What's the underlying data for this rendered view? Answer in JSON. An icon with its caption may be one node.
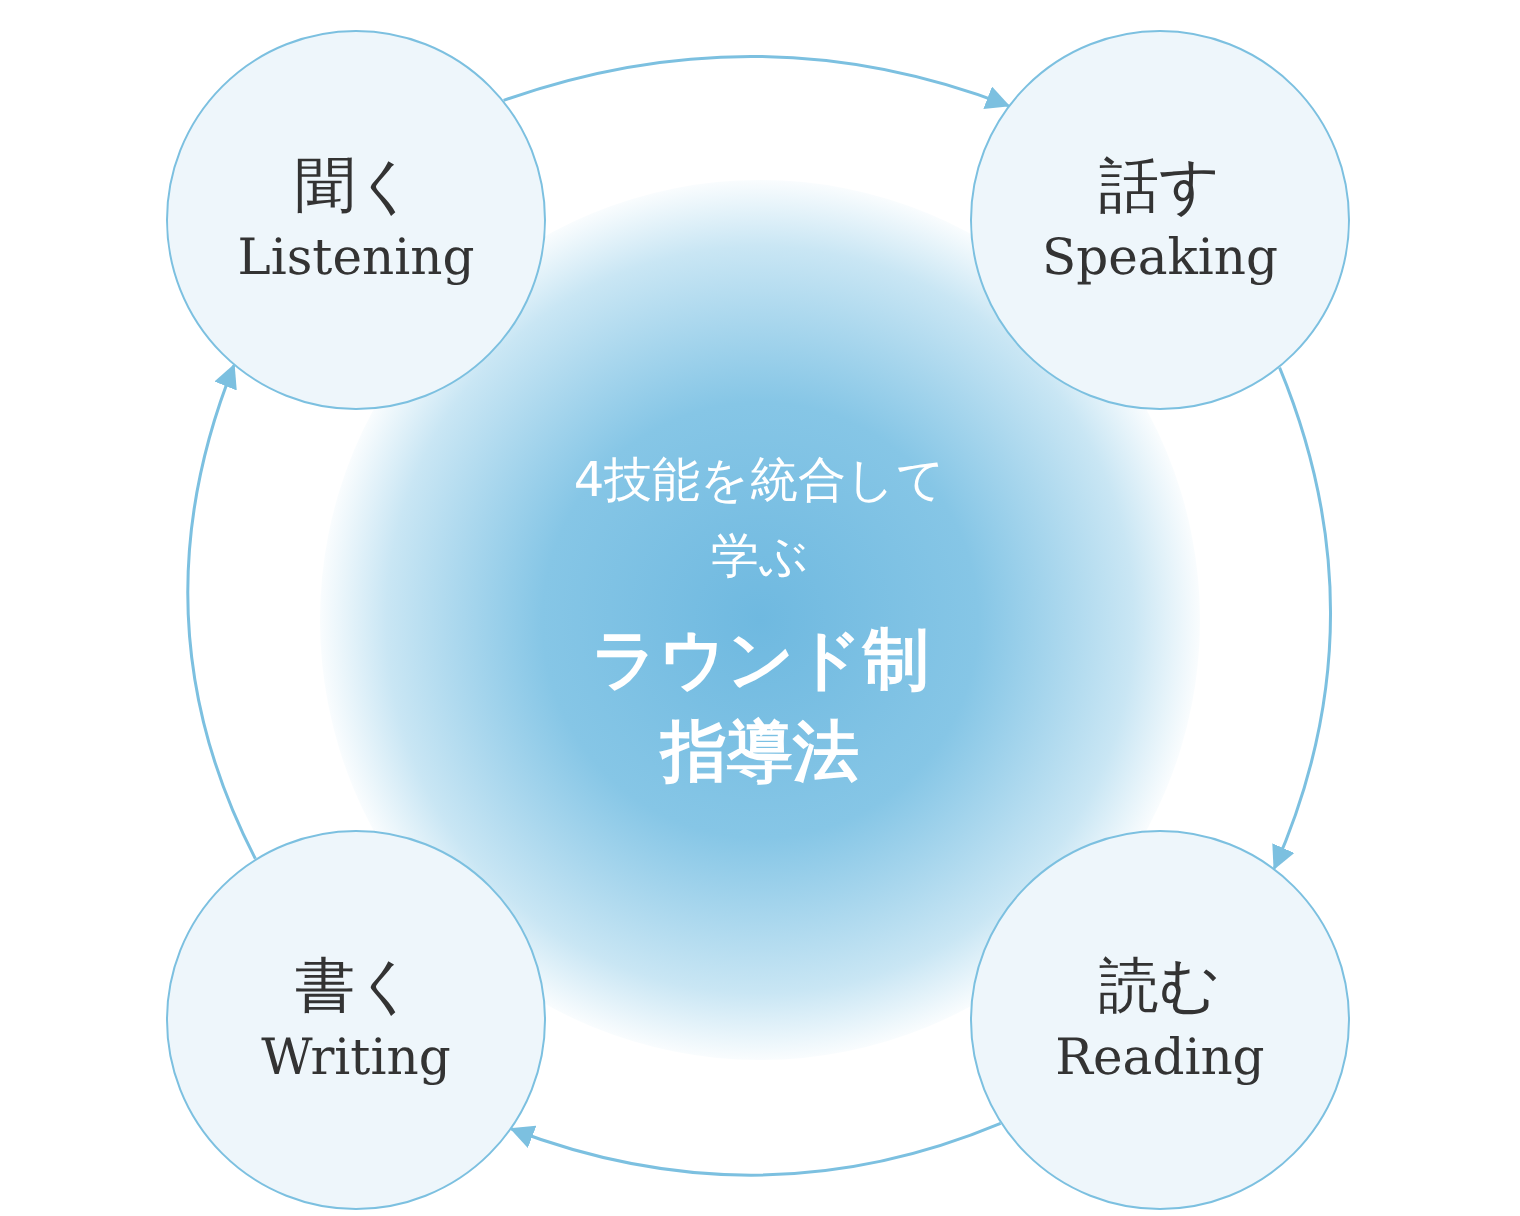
{
  "diagram": {
    "nodes": [
      {
        "text": [
          "4技能を統合して学ぶ",
          "ラウンド制指導法"
        ]
      },
      {
        "text": [
          "聞く",
          "Listening"
        ]
      },
      {
        "text": [
          "話す",
          "Speaking"
        ]
      },
      {
        "text": [
          "読む",
          "Reading"
        ]
      },
      {
        "text": [
          "書く",
          "Writing"
        ]
      }
    ],
    "edges": [
      {
        "from": 1,
        "to": 2,
        "arrow": "to"
      },
      {
        "from": 2,
        "to": 3,
        "arrow": "to"
      },
      {
        "from": 3,
        "to": 4,
        "arrow": "to"
      },
      {
        "from": 4,
        "to": 1,
        "arrow": "to"
      }
    ]
  }
}
